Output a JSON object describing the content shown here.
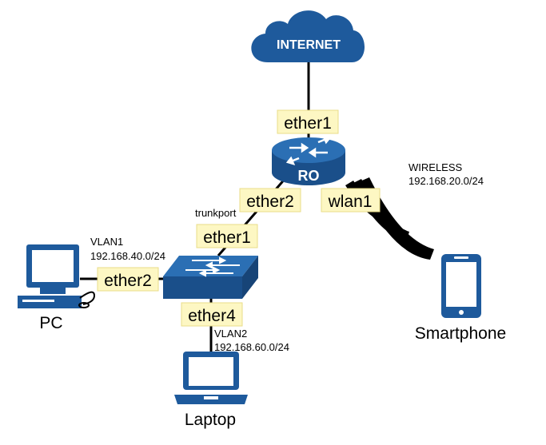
{
  "nodes": {
    "internet": "INTERNET",
    "router": "RO",
    "pc": "PC",
    "laptop": "Laptop",
    "smartphone": "Smartphone"
  },
  "ports": {
    "router_ether1": "ether1",
    "router_ether2": "ether2",
    "router_wlan1": "wlan1",
    "switch_ether1": "ether1",
    "switch_ether2": "ether2",
    "switch_ether4": "ether4"
  },
  "annotations": {
    "trunk": "trunkport",
    "wireless_title": "WIRELESS",
    "wireless_net": "192.168.20.0/24",
    "vlan1_title": "VLAN1",
    "vlan1_net": "192.168.40.0/24",
    "vlan2_title": "VLAN2",
    "vlan2_net": "192.168.60.0/24"
  },
  "colors": {
    "device_blue": "#1e5a9c",
    "label_fill": "#fdf7c3",
    "link": "#000000"
  },
  "icons": [
    "cloud-icon",
    "router-icon",
    "switch-icon",
    "pc-icon",
    "laptop-icon",
    "smartphone-icon",
    "wireless-waves-icon"
  ]
}
